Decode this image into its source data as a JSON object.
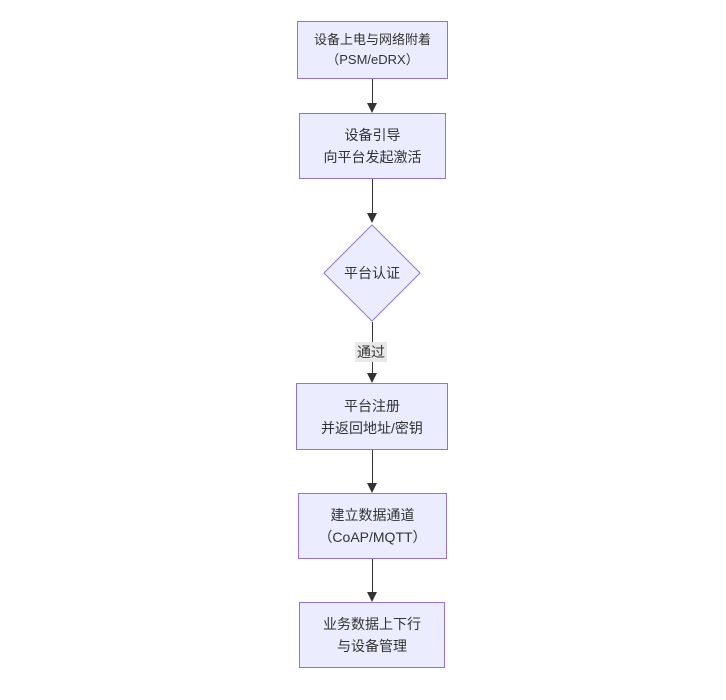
{
  "diagram": {
    "type": "flowchart",
    "direction": "top-down",
    "colors": {
      "background": "#ffffff",
      "node_fill": "#ECECFF",
      "node_border": "#9370DB",
      "text": "#333333",
      "edge": "#333333",
      "edge_label_bg": "#e8e8e8"
    },
    "nodes": [
      {
        "id": "power-attach",
        "shape": "rect",
        "line1": "设备上电与网络附着",
        "line2": "（PSM/eDRX）"
      },
      {
        "id": "bootstrap",
        "shape": "rect",
        "line1": "设备引导",
        "line2": "向平台发起激活"
      },
      {
        "id": "auth",
        "shape": "diamond",
        "line1": "平台认证"
      },
      {
        "id": "register",
        "shape": "rect",
        "line1": "平台注册",
        "line2": "并返回地址/密钥"
      },
      {
        "id": "data-channel",
        "shape": "rect",
        "line1": "建立数据通道",
        "line2": "（CoAP/MQTT）"
      },
      {
        "id": "business",
        "shape": "rect",
        "line1": "业务数据上下行",
        "line2": "与设备管理"
      }
    ],
    "edges": [
      {
        "from": "power-attach",
        "to": "bootstrap",
        "label": ""
      },
      {
        "from": "bootstrap",
        "to": "auth",
        "label": ""
      },
      {
        "from": "auth",
        "to": "register",
        "label": "通过"
      },
      {
        "from": "register",
        "to": "data-channel",
        "label": ""
      },
      {
        "from": "data-channel",
        "to": "business",
        "label": ""
      }
    ]
  }
}
